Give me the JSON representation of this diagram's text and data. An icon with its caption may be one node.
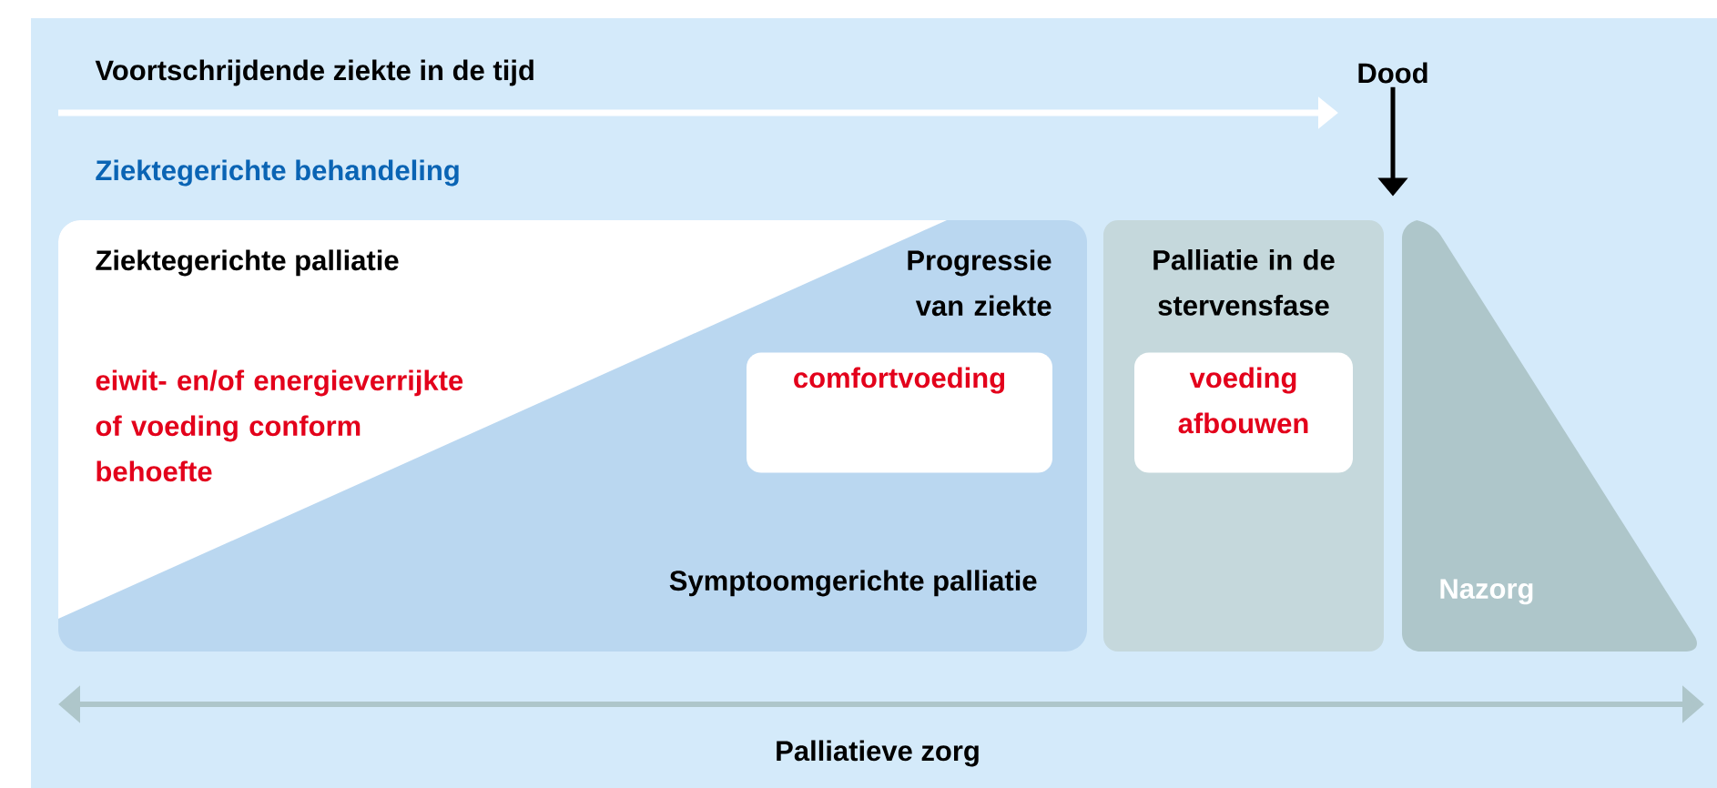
{
  "diagram": {
    "nodes": [
      {
        "text": [
          "Ziektegerichte palliatie",
          "eiwit- en/of energieverrijkte of voeding conform behoefte",
          "Progressie van ziekte",
          "Symptoomgerichte palliatie"
        ]
      },
      {
        "text": [
          "comfortvoeding"
        ],
        "in": 0
      },
      {
        "text": [
          "Palliatie in de stervensfase"
        ]
      },
      {
        "text": [
          "voeding afbouwen"
        ],
        "in": 2
      },
      {
        "text": [
          "Nazorg"
        ]
      },
      {
        "text": [
          "Dood"
        ]
      }
    ],
    "edges": [
      {
        "from": 5,
        "to": 4,
        "arrow": "to"
      }
    ],
    "labels": [
      "Voortschrijdende ziekte in de tijd",
      "Ziektegerichte behandeling",
      "Palliatieve zorg"
    ]
  }
}
